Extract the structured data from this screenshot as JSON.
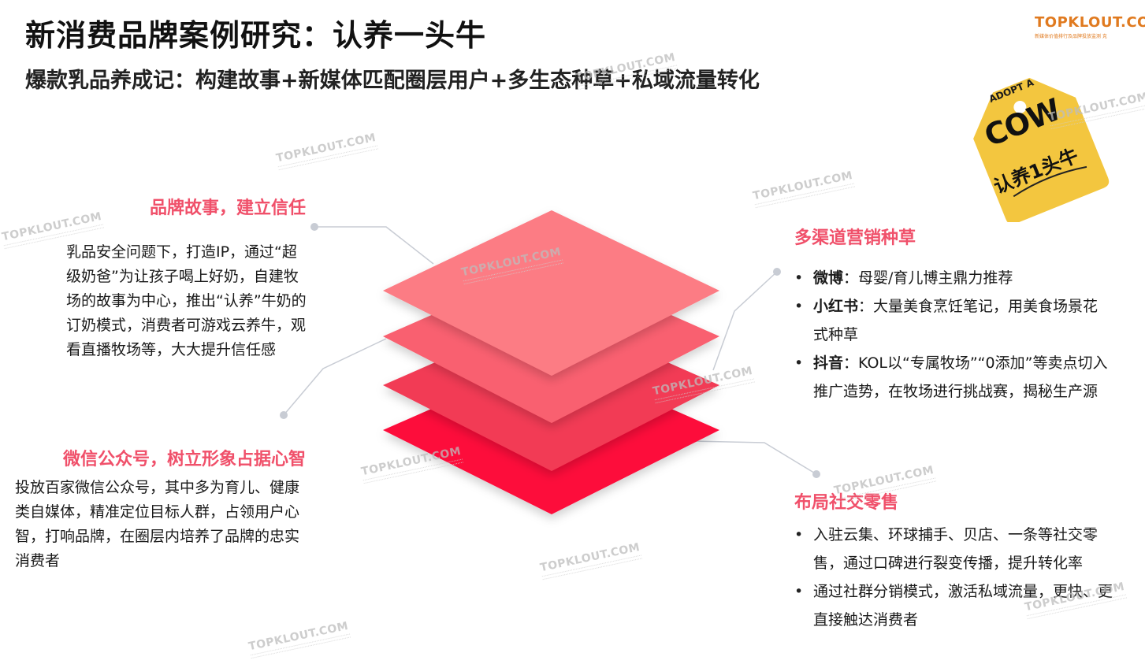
{
  "header": {
    "title": "新消费品牌案例研究：认养一头牛",
    "subtitle": "爆款乳品养成记：构建故事+新媒体匹配圈层用户+多生态种草+私域流量转化"
  },
  "logo": {
    "main": "TOPKLOUT.COM",
    "sub": "新媒体价值排行及品牌投放监测 克"
  },
  "badge": {
    "line1": "ADOPT A",
    "line2": "COW",
    "line3": "认养1头牛",
    "color": "#f3c63f"
  },
  "left_top": {
    "title": "品牌故事，建立信任",
    "body": "乳品安全问题下，打造IP，通过“超级奶爸”为让孩子喝上好奶，自建牧场的故事为中心，推出“认养”牛奶的订奶模式，消费者可游戏云养牛，观看直播牧场等，大大提升信任感"
  },
  "left_bottom": {
    "title": "微信公众号，树立形象占据心智",
    "body": "投放百家微信公众号，其中多为育儿、健康类自媒体，精准定位目标人群，占领用户心智，打响品牌，在圈层内培养了品牌的忠实消费者"
  },
  "right_top": {
    "title": "多渠道营销种草",
    "items": [
      {
        "label": "微博",
        "sep": "：",
        "text": "母婴/育儿博主鼎力推荐"
      },
      {
        "label": "小红书",
        "sep": "：",
        "text": "大量美食烹饪笔记，用美食场景花式种草"
      },
      {
        "label": "抖音",
        "sep": "：",
        "text": "KOL以“专属牧场”“0添加”等卖点切入推广造势，在牧场进行挑战赛，揭秘生产源"
      }
    ]
  },
  "right_bottom": {
    "title": "布局社交零售",
    "items": [
      {
        "text": "入驻云集、环球捕手、贝店、一条等社交零售，通过口碑进行裂变传播，提升转化率"
      },
      {
        "text": "通过社群分销模式，激活私域流量，更快、更直接触达消费者"
      }
    ]
  },
  "layers": {
    "colors": [
      "#fc7b84",
      "#f9606f",
      "#f23b55",
      "#fd0a3a"
    ]
  },
  "watermark": "TOPKLOUT.COM",
  "colors": {
    "accent": "#f0506a",
    "connector": "#c8ccd4"
  }
}
